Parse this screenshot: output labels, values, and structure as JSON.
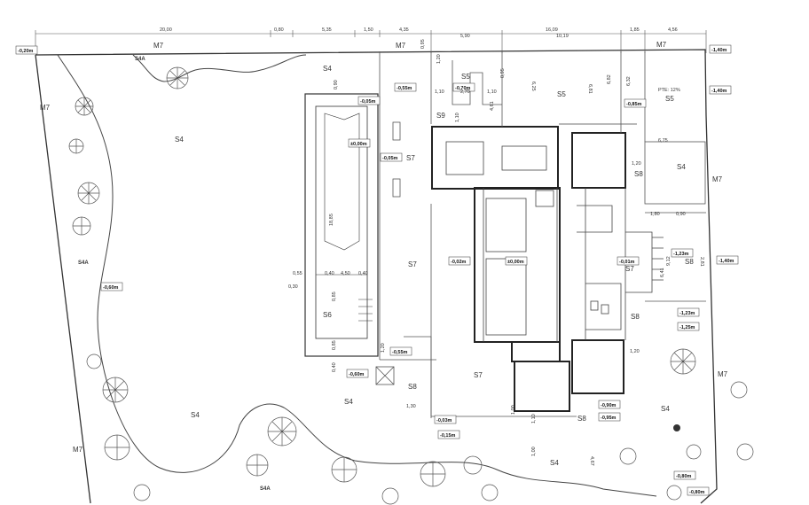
{
  "top_dimensions": [
    "20,00",
    "0,80",
    "5,35",
    "1,50",
    "4,35",
    "5,90",
    "16,09",
    "10,19",
    "1,85",
    "4,56",
    "0,95"
  ],
  "boundary_labels": {
    "m7_top_left": "M7",
    "m7_top_mid": "M7",
    "m7_top_right": "M7",
    "m7_left": "M7",
    "m7_left_low": "M7",
    "m7_right": "M7",
    "m7_right_low": "M7"
  },
  "zones": {
    "s4a_top": "S4A",
    "s4a_left": "S4A",
    "s4a_bottom": "S4A",
    "s4_left_upper": "S4",
    "s4_top_mid": "S4",
    "s4_bottom_left": "S4",
    "s4_bottom_mid": "S4",
    "s4_bottom_right": "S4",
    "s4_right_small": "S4",
    "s4_right_lower": "S4",
    "s5_top": "S5",
    "s5_mid": "S5",
    "s5_right": "S5",
    "s6": "S6",
    "s7_upper": "S7",
    "s7_mid": "S7",
    "s7_lower": "S7",
    "s7_right": "S7",
    "s8_left": "S8",
    "s8_bottom": "S8",
    "s8_right_a": "S8",
    "s8_right_b": "S8",
    "s8_right_c": "S8",
    "s9": "S9"
  },
  "levels": {
    "tl": "-0,20m",
    "tr": "-1,40m",
    "r2": "-1,40m",
    "r3": "-1,40m",
    "a": "-0,55m",
    "b": "-0,70m",
    "c": "-0,85m",
    "d": "-0,05m",
    "e": "-0,05m",
    "f": "±0,00m",
    "g": "-0,02m",
    "h": "±0,00m",
    "i": "-0,01m",
    "j": "-1,23m",
    "k": "-1,23m",
    "l": "-1,25m",
    "m": "-0,60m",
    "n": "-0,60m",
    "o": "-0,55m",
    "p": "-0,90m",
    "q": "-0,95m",
    "r": "-0,03m",
    "s": "-0,15m",
    "t": "-0,80m",
    "u": "-0,80m"
  },
  "small_dims": {
    "d090": "0,90",
    "d120a": "1,20",
    "d110a": "1,10",
    "d270": "2,70",
    "d110b": "1,10",
    "d461": "4,61",
    "d110c": "1,10",
    "d095": "0,95",
    "d625": "6,25",
    "d681": "6,81",
    "d682": "6,82",
    "d632": "6,32",
    "d675": "6,75",
    "d120b": "1,20",
    "d180": "1,80",
    "d090b": "0,90",
    "d912": "9,12",
    "d641": "6,41",
    "d281": "2,81",
    "d1885": "18,85",
    "d055": "0,55",
    "d030": "0,30",
    "d040a": "0,40",
    "d450": "4,50",
    "d040b": "0,40",
    "d085a": "0,85",
    "d085b": "0,85",
    "d040c": "0,40",
    "d120c": "1,20",
    "d130": "1,30",
    "d100a": "1,00",
    "d120d": "1,20",
    "d110d": "1,10",
    "d100b": "1,00",
    "d467": "4,67"
  },
  "pte_label": "PTE: 12%"
}
